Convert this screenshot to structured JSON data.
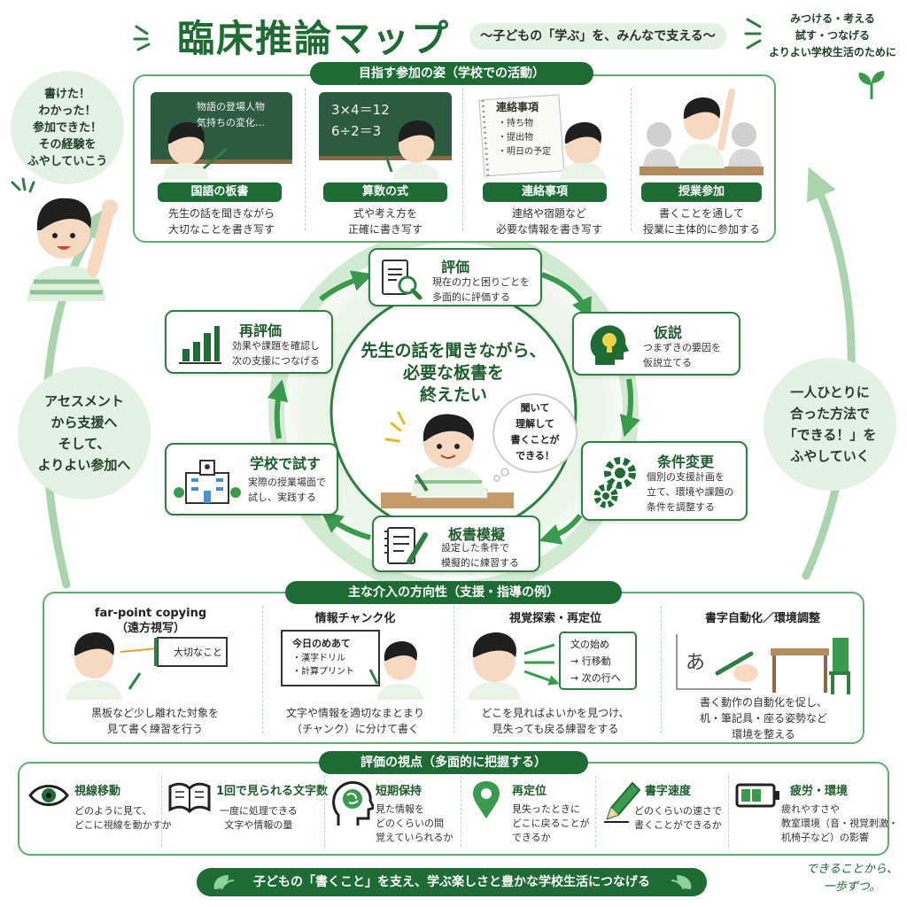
{
  "header": {
    "title": "臨床推論マップ",
    "subtitle": "〜子どもの「学ぶ」を、みんなで支える〜",
    "right_note": "みつける・考える\n試す・つなげる\nよりよい学校生活のために",
    "left_note": "書けた！\nわかった！\n参加できた！\nその経験を\nふやしていこう"
  },
  "participation": {
    "ribbon": "目指す参加の姿（学校での活動）",
    "items": [
      {
        "label": "国語の板書",
        "desc": "先生の話を聞きながら\n大切なことを書き写す",
        "board": "物語の登場人物\n気持ちの変化…"
      },
      {
        "label": "算数の式",
        "desc": "式や考え方を\n正確に書き写す",
        "board": "3×4＝12\n6÷2＝3"
      },
      {
        "label": "連絡事項",
        "desc": "連絡や宿題など\n必要な情報を書き写す",
        "board_title": "連絡事項",
        "board_items": [
          "・持ち物",
          "・提出物",
          "・明日の予定"
        ]
      },
      {
        "label": "授業参加",
        "desc": "書くことを通して\n授業に主体的に参加する"
      }
    ]
  },
  "cycle": {
    "center": "先生の話を聞きながら、\n必要な板書を\n終えたい",
    "thought": "聞いて\n理解して\n書くことが\nできる！",
    "nodes": [
      {
        "title": "評価",
        "desc": "現在の力と困りごとを\n多面的に評価する"
      },
      {
        "title": "仮説",
        "desc": "つまずきの要因を\n仮説立てる"
      },
      {
        "title": "条件変更",
        "desc": "個別の支援計画を\n立て、環境や課題の\n条件を調整する"
      },
      {
        "title": "板書模擬",
        "desc": "設定した条件で\n模擬的に練習する"
      },
      {
        "title": "学校で試す",
        "desc": "実際の授業場面で\n試し、実践する"
      },
      {
        "title": "再評価",
        "desc": "効果や課題を確認し\n次の支援につなげる"
      }
    ]
  },
  "side_bubbles": {
    "left": "アセスメント\nから支援へ\nそして、\nよりよい参加へ",
    "right": "一人ひとりに\n合った方法で\n「できる！」を\nふやしていく"
  },
  "interventions": {
    "ribbon": "主な介入の方向性（支援・指導の例）",
    "items": [
      {
        "title": "far-point copying\n（遠方視写）",
        "desc": "黒板など少し離れた対象を\n見て書く練習を行う",
        "board": "大切なこと"
      },
      {
        "title": "情報チャンク化",
        "desc": "文字や情報を適切なまとまり\n（チャンク）に分けて書く",
        "board_title": "今日のめあて",
        "board_items": [
          "・漢字ドリル",
          "・計算プリント"
        ]
      },
      {
        "title": "視覚探索・再定位",
        "desc": "どこを見ればよいかを見つけ、\n見失っても戻る練習をする",
        "board_items": [
          "文の始め",
          "→ 行移動",
          "→ 次の行へ"
        ]
      },
      {
        "title": "書字自動化／環境調整",
        "desc": "書く動作の自動化を促し、\n机・筆記具・座る姿勢など\n環境を整える",
        "glyph": "あ"
      }
    ]
  },
  "viewpoints": {
    "ribbon": "評価の視点（多面的に把握する）",
    "items": [
      {
        "title": "視線移動",
        "desc": "どのように見て、\nどこに視線を動かすか",
        "icon": "eye-icon"
      },
      {
        "title": "1回で見られる文字数",
        "desc": "一度に処理できる\n文字や情報の量",
        "icon": "book-icon"
      },
      {
        "title": "短期保持",
        "desc": "見た情報を\nどのくらいの間\n覚えていられるか",
        "icon": "brain-icon"
      },
      {
        "title": "再定位",
        "desc": "見失ったときに\nどこに戻ることが\nできるか",
        "icon": "location-pin-icon"
      },
      {
        "title": "書字速度",
        "desc": "どのくらいの速さで\n書くことができるか",
        "icon": "pencil-icon"
      },
      {
        "title": "疲労・環境",
        "desc": "疲れやすさや\n教室環境（音・視覚刺激・\n机椅子など）の影響",
        "icon": "battery-icon"
      }
    ]
  },
  "footer": {
    "banner": "子どもの「書くこと」を支え、学ぶ楽しさと豊かな学校生活につなげる",
    "signature": "できることから、\n一歩ずつ。"
  },
  "colors": {
    "primary": "#1f6b36",
    "accent": "#5fae6f",
    "soft": "#e4f2e3"
  }
}
